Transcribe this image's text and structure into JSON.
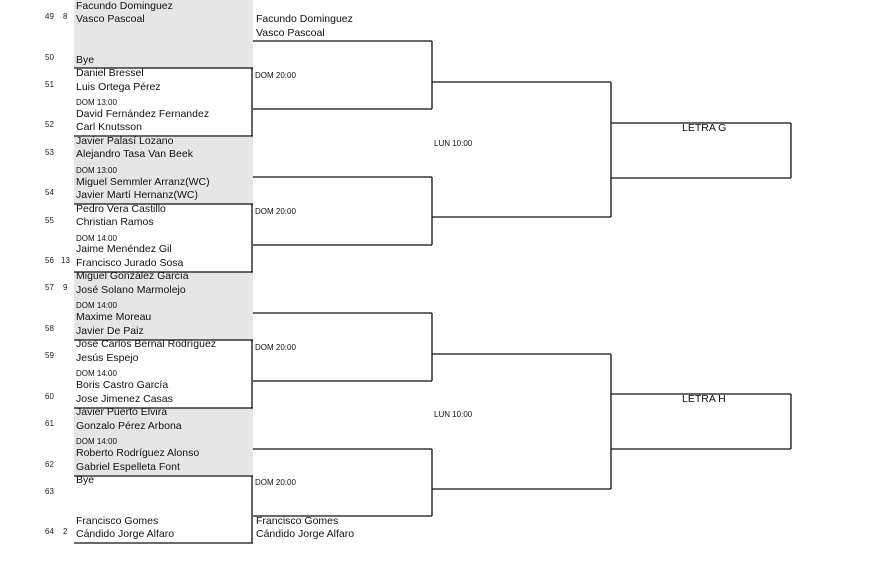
{
  "rows": {
    "r49": {
      "num": "49",
      "seed": "8",
      "p1": "Facundo Dominguez",
      "p2": "Vasco Pascoal"
    },
    "r50": {
      "num": "50",
      "p1": "Bye"
    },
    "r51": {
      "num": "51",
      "p1": "Daniel Bressel",
      "p2": "Luis Ortega Pérez",
      "time": "DOM 13:00"
    },
    "r52": {
      "num": "52",
      "p1": "David Fernández  Fernandez",
      "p2": "Carl Knutsson"
    },
    "r53": {
      "num": "53",
      "p1": "Javier Palasí Lozano",
      "p2": "Alejandro Tasa Van Beek",
      "time": "DOM 13:00"
    },
    "r54": {
      "num": "54",
      "p1": "Miguel Semmler Arranz(WC)",
      "p2": "Javier Martí Hernanz(WC)"
    },
    "r55": {
      "num": "55",
      "p1": "Pedro Vera Castillo",
      "p2": "Christian Ramos",
      "time": "DOM 14:00"
    },
    "r56": {
      "num": "56",
      "seed": "13",
      "p1": "Jaime Menéndez Gil",
      "p2": "Francisco Jurado Sosa"
    },
    "r57": {
      "num": "57",
      "seed": "9",
      "p1": "Miguel González García",
      "p2": "José Solano Marmolejo",
      "time": "DOM 14:00"
    },
    "r58": {
      "num": "58",
      "p1": "Maxime Moreau",
      "p2": "Javier De Paiz"
    },
    "r59": {
      "num": "59",
      "p1": "José Carlos Bernal Rodríguez",
      "p2": "Jesús Espejo",
      "time": "DOM 14:00"
    },
    "r60": {
      "num": "60",
      "p1": "Boris Castro García",
      "p2": "Jose  Jimenez Casas"
    },
    "r61": {
      "num": "61",
      "p1": "Javier Puerto Elvira",
      "p2": "Gonzalo Pérez Arbona",
      "time": "DOM 14:00"
    },
    "r62": {
      "num": "62",
      "p1": "Roberto Rodríguez Alonso",
      "p2": "Gabriel Espelleta Font"
    },
    "r63": {
      "num": "63",
      "p1": "Bye"
    },
    "r64": {
      "num": "64",
      "seed": "2",
      "p1": "Francisco Gomes",
      "p2": "Cándido Jorge Alfaro"
    }
  },
  "round2": {
    "top_p1": "Facundo Dominguez",
    "top_p2": "Vasco Pascoal",
    "bottom_p1": "Francisco Gomes",
    "bottom_p2": "Cándido Jorge Alfaro",
    "t1": "DOM 20:00",
    "t2": "DOM 20:00",
    "t3": "DOM 20:00",
    "t4": "DOM 20:00"
  },
  "round3": {
    "t1": "LUN 10:00",
    "t2": "LUN 10:00"
  },
  "finals": {
    "g": "LETRA G",
    "h": "LETRA H"
  }
}
